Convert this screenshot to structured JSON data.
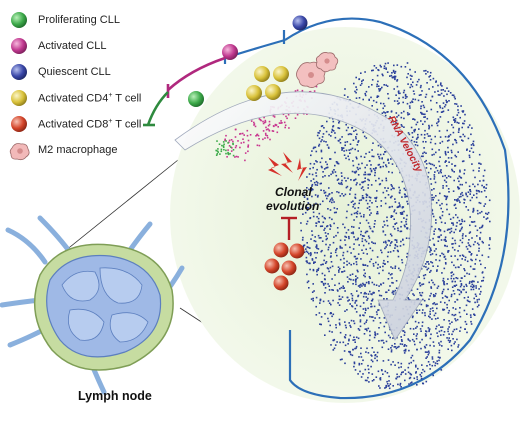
{
  "legend": [
    {
      "label": "Proliferating CLL",
      "color": "#3daa4a",
      "icon": "green-cell-icon"
    },
    {
      "label": "Activated CLL",
      "color": "#c0388f",
      "icon": "magenta-cell-icon"
    },
    {
      "label": "Quiescent CLL",
      "color": "#3a47a8",
      "icon": "blue-cell-icon"
    },
    {
      "label": "Activated CD4",
      "sup": "+",
      "suffix": " T cell",
      "color": "#d9c23a",
      "icon": "yellow-cell-icon"
    },
    {
      "label": "Activated CD8",
      "sup": "+",
      "suffix": " T cell",
      "color": "#d4452a",
      "icon": "red-cell-icon"
    },
    {
      "label": "M2 macrophage",
      "color": "#f2b9b9",
      "icon": "macrophage-icon"
    }
  ],
  "labels": {
    "rna_velocity": "RNA Velocity",
    "clonal_line1": "Clonal",
    "clonal_line2": "evolution",
    "lymph_node": "Lymph node"
  },
  "colors": {
    "outline": "#2c6fb8",
    "dots": "#2a3f9a",
    "arrow": "#d8dde8",
    "node_fill": "#9fb9e6",
    "node_capsule": "#c6dca1",
    "background_tint": "#e6f1d8",
    "text_red": "#c0262b"
  }
}
